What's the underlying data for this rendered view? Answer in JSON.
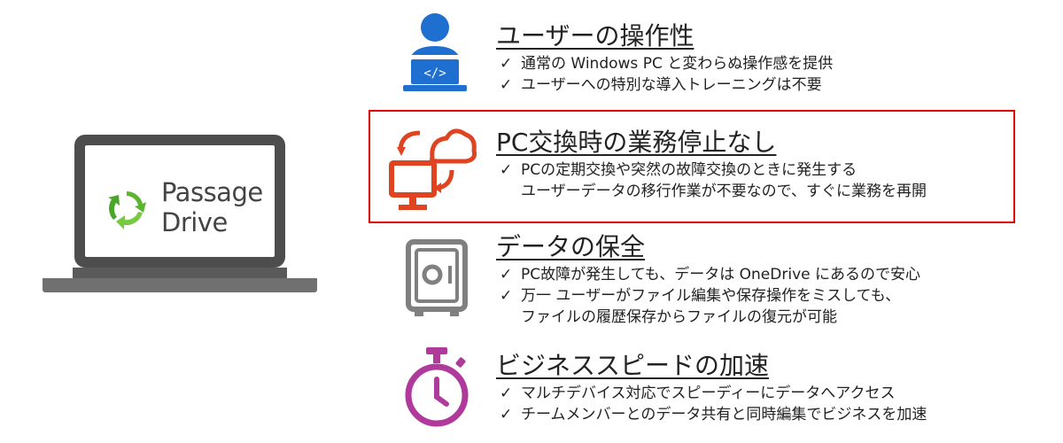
{
  "product": {
    "logo_line1": "Passage",
    "logo_line2": "Drive",
    "logo_icon": "recycle-arrows-icon"
  },
  "features": [
    {
      "title": "ユーザーの操作性",
      "icon": "user-laptop-code-icon",
      "icon_color": "#1e6fd0",
      "bullets": [
        "通常の Windows PC と変わらぬ操作感を提供",
        "ユーザーへの特別な導入トレーニングは不要"
      ]
    },
    {
      "title": "PC交換時の業務停止なし",
      "icon": "cloud-sync-monitor-icon",
      "icon_color": "#e0431f",
      "highlight_color": "#e00000",
      "bullets": [
        "PCの定期交換や突然の故障交換のときに発生する",
        "ユーザーデータの移行作業が不要なので、すぐに業務を再開"
      ]
    },
    {
      "title": "データの保全",
      "icon": "safe-icon",
      "icon_color": "#808080",
      "bullets": [
        "PC故障が発生しても、データは OneDrive にあるので安心",
        "万一 ユーザーがファイル編集や保存操作をミスしても、",
        "ファイルの履歴保存からファイルの復元が可能"
      ]
    },
    {
      "title": "ビジネススピードの加速",
      "icon": "stopwatch-icon",
      "icon_color": "#b03a9c",
      "bullets": [
        "マルチデバイス対応でスピーディーにデータへアクセス",
        "チームメンバーとのデータ共有と同時編集でビジネスを加速"
      ]
    }
  ],
  "check_mark": "✓"
}
